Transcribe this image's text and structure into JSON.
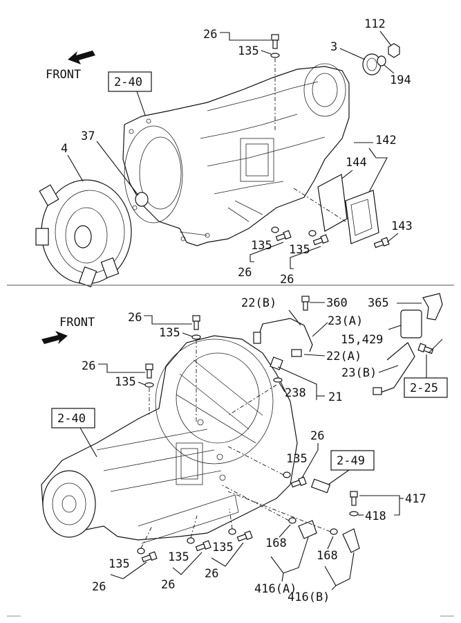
{
  "upper": {
    "front_label": "FRONT",
    "ref_box": "2-40",
    "labels": {
      "l26_top": "26",
      "l135_top": "135",
      "l112": "112",
      "l3": "3",
      "l194": "194",
      "l37": "37",
      "l4": "4",
      "l142": "142",
      "l144": "144",
      "l143": "143",
      "l135_a": "135",
      "l135_b": "135",
      "l26_a": "26",
      "l26_b": "26"
    }
  },
  "lower": {
    "front_label": "FRONT",
    "ref_box_main": "2-40",
    "ref_box_225": "2-25",
    "ref_box_249": "2-49",
    "labels": {
      "l26_a": "26",
      "l135_a": "135",
      "l26_b": "26",
      "l135_b": "135",
      "l22b": "22(B)",
      "l360": "360",
      "l365": "365",
      "l23a": "23(A)",
      "l15_429": "15,429",
      "l22a": "22(A)",
      "l23b": "23(B)",
      "l238": "238",
      "l21": "21",
      "l26_c": "26",
      "l135_c": "135",
      "l417": "417",
      "l418": "418",
      "l168_a": "168",
      "l168_b": "168",
      "l416a": "416(A)",
      "l416b": "416(B)",
      "l135_d": "135",
      "l26_d": "26",
      "l135_e": "135",
      "l26_e": "26",
      "l135_f": "135",
      "l26_f": "26"
    }
  }
}
